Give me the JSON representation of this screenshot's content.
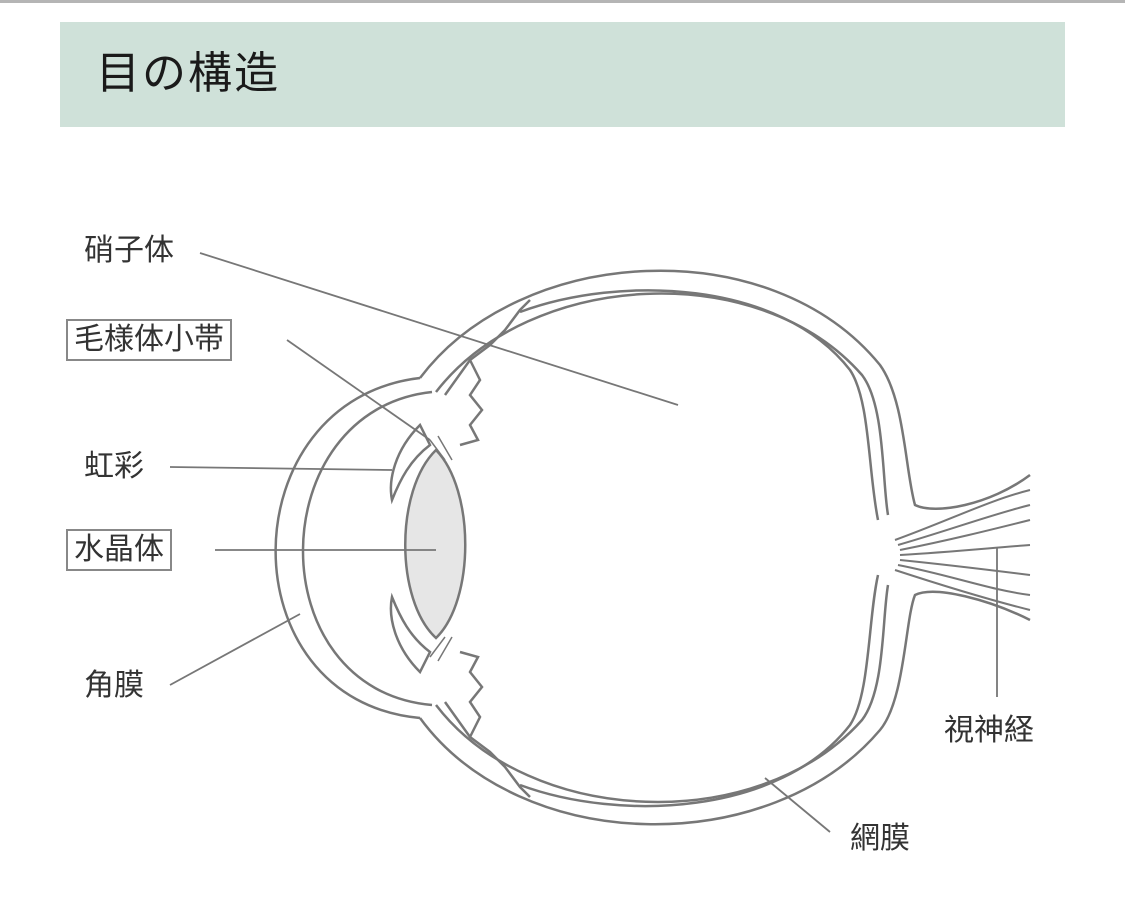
{
  "title": "目の構造",
  "labels": {
    "vitreous": "硝子体",
    "zonule": "毛様体小帯",
    "iris": "虹彩",
    "lens": "水晶体",
    "cornea": "角膜",
    "optic_nerve": "視神経",
    "retina": "網膜"
  },
  "colors": {
    "banner": "#cfe1d9",
    "line": "#777777",
    "lens_fill": "#e6e6e6"
  }
}
